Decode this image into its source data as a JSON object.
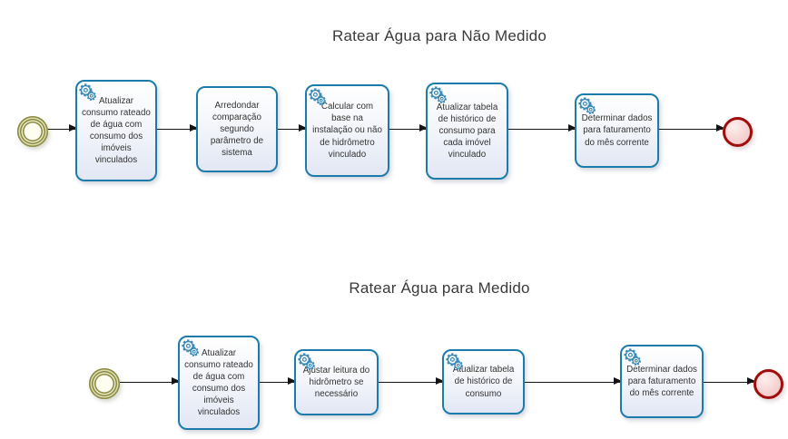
{
  "diagram_type": "bpmn-process",
  "flows": [
    {
      "id": "ratear-agua-nao-medido",
      "title": "Ratear Água para Não Medido",
      "start_event": "start",
      "end_event": "end",
      "tasks": [
        {
          "label": "Atualizar consumo rateado de água com consumo dos imóveis vinculados",
          "type": "service",
          "icon": "service-gear-icon"
        },
        {
          "label": "Arredondar comparação segundo parâmetro de sistema",
          "type": "abstract",
          "icon": null
        },
        {
          "label": "Calcular com base na instalação ou não de hidrômetro vinculado",
          "type": "service",
          "icon": "service-gear-icon"
        },
        {
          "label": "Atualizar tabela de histórico de consumo para cada imóvel vinculado",
          "type": "service",
          "icon": "service-gear-icon"
        },
        {
          "label": "Determinar dados para faturamento do mês corrente",
          "type": "service",
          "icon": "service-gear-icon"
        }
      ]
    },
    {
      "id": "ratear-agua-medido",
      "title": "Ratear Água para Medido",
      "start_event": "start",
      "end_event": "end",
      "tasks": [
        {
          "label": "Atualizar consumo rateado de água com consumo dos imóveis vinculados",
          "type": "service",
          "icon": "service-gear-icon"
        },
        {
          "label": "Ajustar leitura do hidrômetro se necessário",
          "type": "service",
          "icon": "service-gear-icon"
        },
        {
          "label": "Atualizar tabela de histórico de consumo",
          "type": "service",
          "icon": "service-gear-icon"
        },
        {
          "label": "Determinar dados para faturamento do mês corrente",
          "type": "service",
          "icon": "service-gear-icon"
        }
      ]
    }
  ],
  "colors": {
    "task_border": "#1d7bab",
    "task_fill_bottom": "#e2e7f4",
    "task_text": "#333333",
    "gear_icon": "#3a8ab8",
    "start_event_ring": "#8a8b40",
    "start_event_fill": "#fffdf0",
    "end_event_ring": "#a00d0d",
    "end_event_fill": "#f3c3c3",
    "connector": "#141414",
    "title_text": "#3a3a3a"
  }
}
